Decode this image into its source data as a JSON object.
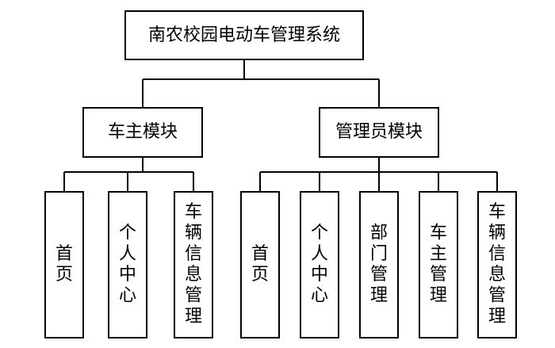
{
  "diagram": {
    "root": {
      "label": "南农校园电动车管理系统",
      "children": [
        {
          "label": "车主模块",
          "children": [
            {
              "label": "首页"
            },
            {
              "label": "个人中心"
            },
            {
              "label": "车辆信息管理"
            }
          ]
        },
        {
          "label": "管理员模块",
          "children": [
            {
              "label": "首页"
            },
            {
              "label": "个人中心"
            },
            {
              "label": "部门管理"
            },
            {
              "label": "车主管理"
            },
            {
              "label": "车辆信息管理"
            }
          ]
        }
      ]
    },
    "colors": {
      "line": "#000000",
      "box_fill": "#ffffff",
      "text": "#000000"
    }
  }
}
